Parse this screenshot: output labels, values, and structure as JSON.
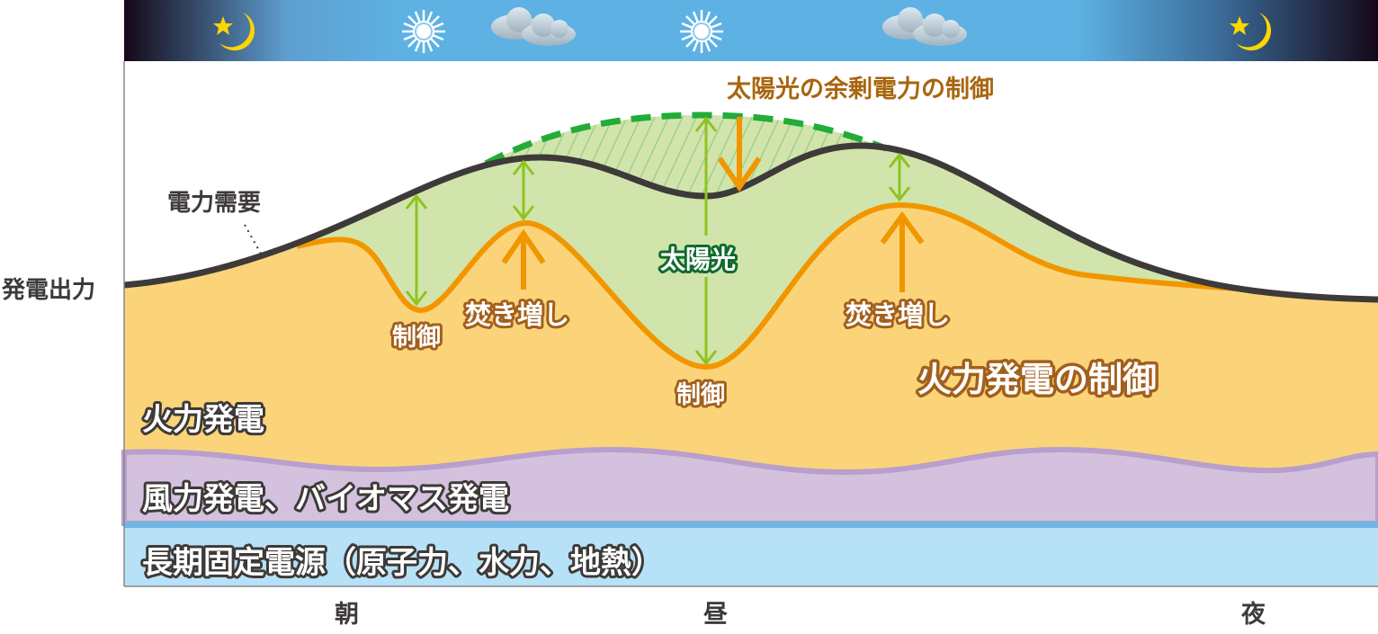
{
  "sky": {
    "icons": [
      "moon-star-icon",
      "sun-icon",
      "cloud-icon",
      "sun-icon",
      "cloud-icon",
      "moon-star-icon"
    ]
  },
  "labels": {
    "y_axis": "発電出力",
    "demand": "電力需要",
    "solar_surplus_control": "太陽光の余剰電力の制御",
    "solar": "太陽光",
    "control_1": "制御",
    "boost_1": "焚き増し",
    "control_2": "制御",
    "boost_2": "焚き増し",
    "thermal_control": "火力発電の制御",
    "thermal": "火力発電",
    "wind_biomass": "風力発電、バイオマス発電",
    "baseload": "長期固定電源（原子力、水力、地熱）"
  },
  "x_axis": [
    "朝",
    "昼",
    "夜"
  ],
  "colors": {
    "demand_line": "#3d3a39",
    "thermal_line": "#f29600",
    "thermal_fill": "#fbd47a",
    "solar_fill": "#d1e4ac",
    "solar_dash": "#22ac38",
    "arrow_green": "#8fc31f",
    "wind_fill": "#d3c1de",
    "wind_edge": "#b89fcc",
    "baseload_fill": "#b7e1f7",
    "baseload_edge": "#6fb6e4",
    "sky_blue": "#5eb1e3",
    "sky_night": "#150818",
    "surplus_text": "#a8660f"
  }
}
